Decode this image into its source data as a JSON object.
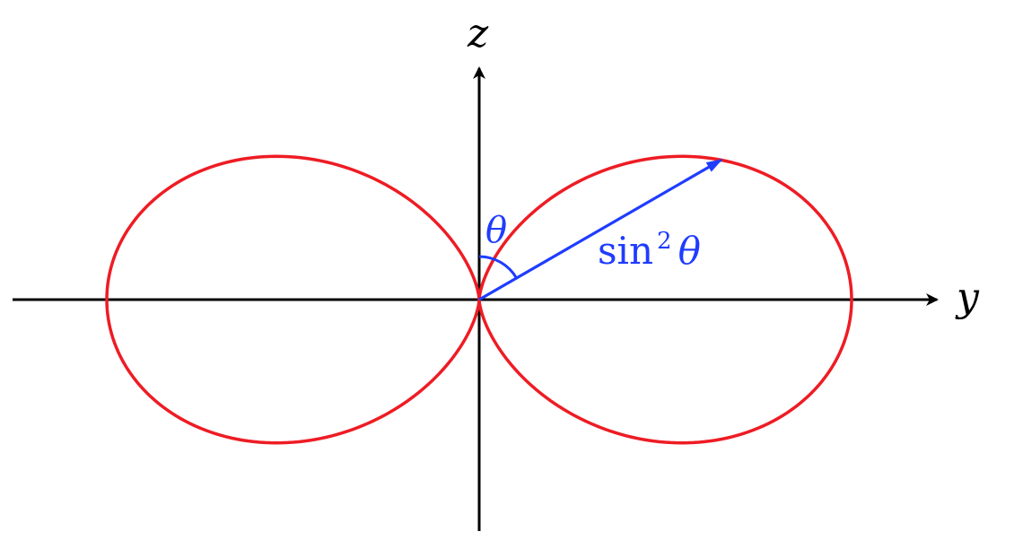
{
  "axes": {
    "vertical_label": "z",
    "horizontal_label": "y"
  },
  "annotations": {
    "angle_label": "θ",
    "vector_label_fn": "sin",
    "vector_label_exp": "2",
    "vector_label_var": "θ"
  },
  "curve": {
    "equation": "r = sin²θ",
    "angle_shown_deg": 60
  },
  "colors": {
    "axes": "#000000",
    "curve": "#ee1c24",
    "vector": "#1f3cff",
    "background": "#ffffff"
  }
}
